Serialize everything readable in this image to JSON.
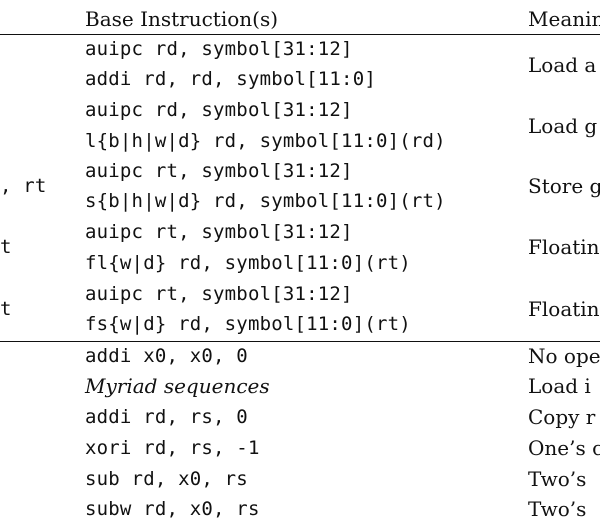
{
  "header": {
    "base_instruction": "Base Instruction(s)",
    "meaning": "Meanin"
  },
  "multi_rows": [
    {
      "pseudo": "",
      "base_lines": [
        "auipc rd, symbol[31:12]",
        "addi rd, rd, symbol[11:0]"
      ],
      "meaning": "Load a"
    },
    {
      "pseudo": "",
      "base_lines": [
        "auipc rd, symbol[31:12]",
        "l{b|h|w|d} rd, symbol[11:0](rd)"
      ],
      "meaning": "Load g"
    },
    {
      "pseudo": ", rt",
      "base_lines": [
        "auipc rt, symbol[31:12]",
        "s{b|h|w|d} rd, symbol[11:0](rt)"
      ],
      "meaning": "Store g"
    },
    {
      "pseudo": "t",
      "base_lines": [
        "auipc rt, symbol[31:12]",
        "fl{w|d} rd, symbol[11:0](rt)"
      ],
      "meaning": "Floatin"
    },
    {
      "pseudo": "t",
      "base_lines": [
        "auipc rt, symbol[31:12]",
        "fs{w|d} rd, symbol[11:0](rt)"
      ],
      "meaning": "Floatin"
    }
  ],
  "single_rows": [
    {
      "base": "addi x0, x0, 0",
      "meaning": "No ope"
    },
    {
      "base": "Myriad sequences",
      "meaning": "Load i"
    },
    {
      "base": "addi rd, rs, 0",
      "meaning": "Copy r"
    },
    {
      "base": "xori rd, rs, -1",
      "meaning": "One’s c"
    },
    {
      "base": "sub rd, x0, rs",
      "meaning": "Two’s"
    },
    {
      "base": "subw rd, x0, rs",
      "meaning": "Two’s"
    }
  ]
}
